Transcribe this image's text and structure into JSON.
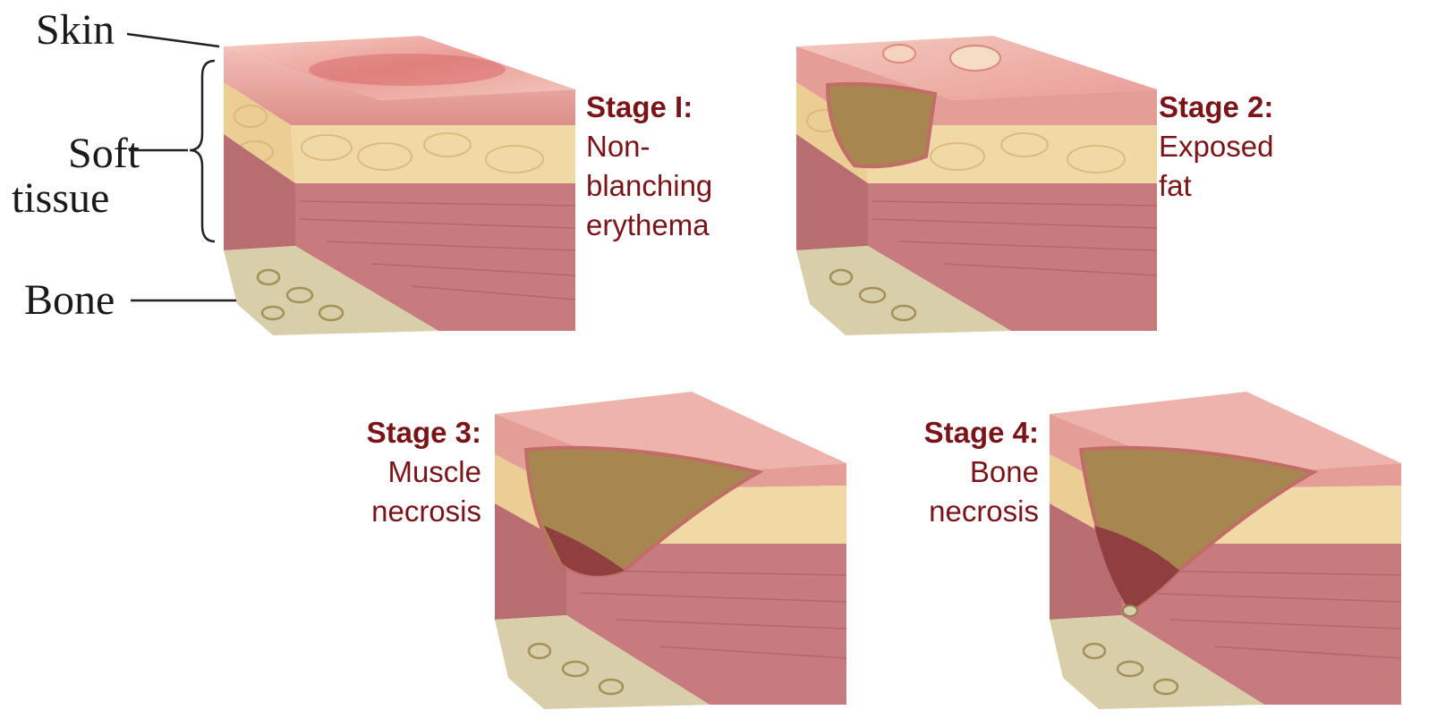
{
  "anatomy_labels": {
    "skin": "Skin",
    "soft_tissue_line1": "Soft",
    "soft_tissue_line2": "tissue",
    "bone": "Bone"
  },
  "stages": [
    {
      "title": "Stage I:",
      "desc_lines": [
        "Non-",
        "blanching",
        "erythema"
      ]
    },
    {
      "title": "Stage 2:",
      "desc_lines": [
        "Exposed",
        "fat"
      ]
    },
    {
      "title": "Stage 3:",
      "desc_lines": [
        "Muscle",
        "necrosis"
      ]
    },
    {
      "title": "Stage 4:",
      "desc_lines": [
        "Bone",
        "necrosis"
      ]
    }
  ],
  "colors": {
    "label_text": "#7a1418",
    "skin": "#e7a7a3",
    "fat": "#f1d9a6",
    "muscle": "#c77b7e",
    "bone": "#d8cfaa",
    "wound_slough": "#a78650"
  }
}
